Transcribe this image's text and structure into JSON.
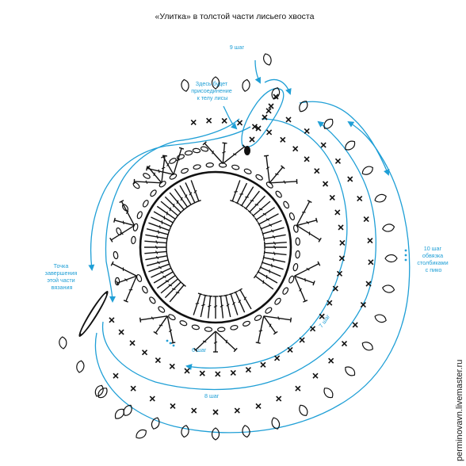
{
  "title": "«Улитка» в толстой части лисьего хвоста",
  "labels": {
    "step9": "9 шаг",
    "join_note": [
      "Здесь будет",
      "присоединение",
      "к телу лисы"
    ],
    "end_note": [
      "Точка",
      "завершения",
      "этой части",
      "вязания"
    ],
    "step6": "6 шаг",
    "step7": "7 шаг",
    "step8": "8 шаг",
    "step10": [
      "10 шаг",
      "обвязка",
      "столбиками",
      "с пико"
    ]
  },
  "watermark": "perminovavn.livemaster.ru",
  "colors": {
    "arrow": "#1f9fd6",
    "symbols": "#111111",
    "background": "#ffffff"
  },
  "symbols": {
    "single_crochet": "×",
    "chain": "oval",
    "double_crochet": "ticked stem",
    "picot": "teardrop loop",
    "slip_stitch": "filled dot"
  }
}
